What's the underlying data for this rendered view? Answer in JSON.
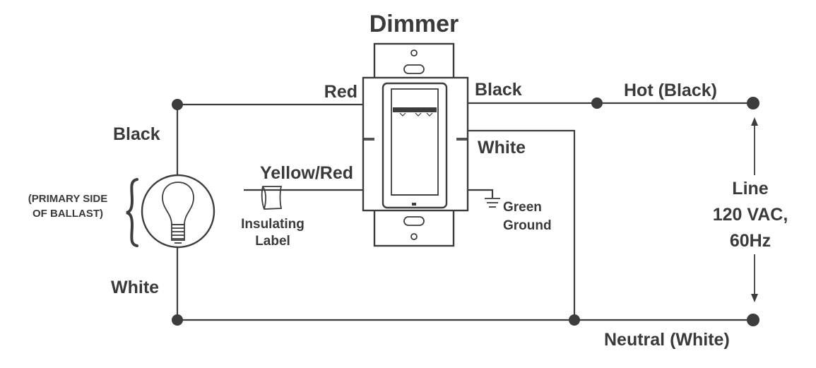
{
  "title": "Dimmer",
  "labels": {
    "red": "Red",
    "black_switch": "Black",
    "hot": "Hot (Black)",
    "black_lamp": "Black",
    "white_switch": "White",
    "yellow_red": "Yellow/Red",
    "primary_line1": "(PRIMARY SIDE",
    "primary_line2": "OF BALLAST)",
    "insulating_line1": "Insulating",
    "insulating_line2": "Label",
    "green_line1": "Green",
    "green_line2": "Ground",
    "line_line1": "Line",
    "line_line2": "120 VAC,",
    "line_line3": "60Hz",
    "white_lamp": "White",
    "neutral": "Neutral (White)"
  },
  "colors": {
    "wire": "#3d3d3d",
    "text": "#3a3a3a",
    "background": "#ffffff"
  },
  "icons": [
    "light-bulb-icon",
    "ground-symbol-icon",
    "insulating-label-icon",
    "curly-brace-icon"
  ]
}
